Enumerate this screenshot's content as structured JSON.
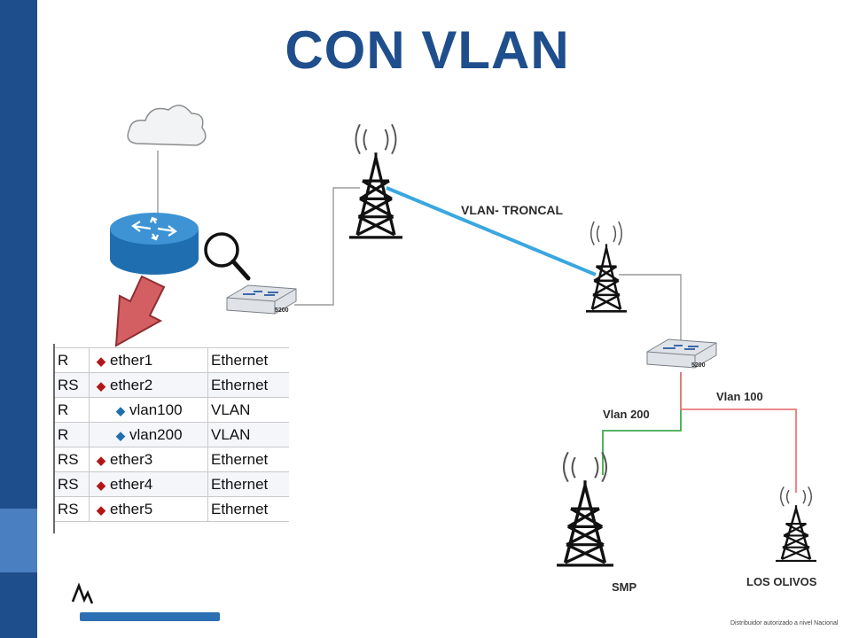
{
  "title": "CON VLAN",
  "links": {
    "trunk_label": "VLAN- TRONCAL",
    "vlan200_label": "Vlan 200",
    "vlan100_label": "Vlan 100"
  },
  "devices": {
    "switch_label": "5200"
  },
  "sites": {
    "smp": "SMP",
    "los_olivos": "LOS OLIVOS"
  },
  "interfaces": [
    {
      "flag": "R",
      "name": "ether1",
      "type": "Ethernet",
      "kind": "ethernet"
    },
    {
      "flag": "RS",
      "name": "ether2",
      "type": "Ethernet",
      "kind": "ethernet"
    },
    {
      "flag": "R",
      "name": "vlan100",
      "type": "VLAN",
      "kind": "vlan"
    },
    {
      "flag": "R",
      "name": "vlan200",
      "type": "VLAN",
      "kind": "vlan"
    },
    {
      "flag": "RS",
      "name": "ether3",
      "type": "Ethernet",
      "kind": "ethernet"
    },
    {
      "flag": "RS",
      "name": "ether4",
      "type": "Ethernet",
      "kind": "ethernet"
    },
    {
      "flag": "RS",
      "name": "ether5",
      "type": "Ethernet",
      "kind": "ethernet"
    }
  ],
  "footer_note": "Distribuidor autorizado a nivel Nacional",
  "colors": {
    "title": "#1f4e8c",
    "trunk_link": "#3aa7e0",
    "vlan200_link": "#3cab4a",
    "vlan100_link": "#e87a7a",
    "router": "#2a7fc0"
  }
}
